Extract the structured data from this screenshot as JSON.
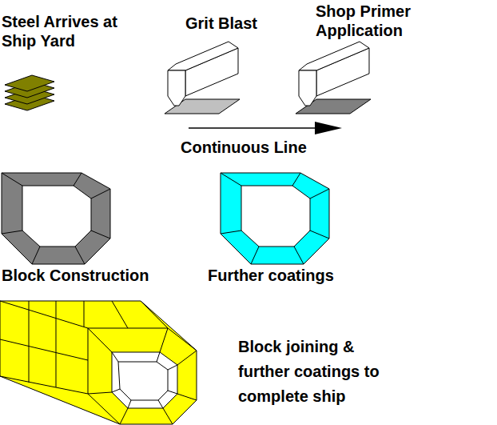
{
  "diagram": {
    "labels": [
      "Steel Arrives at Ship Yard",
      "Grit Blast",
      "Shop Primer Application",
      "Continuous Line",
      "Block Construction",
      "Further coatings",
      "Block joining & further coatings to complete ship"
    ]
  }
}
